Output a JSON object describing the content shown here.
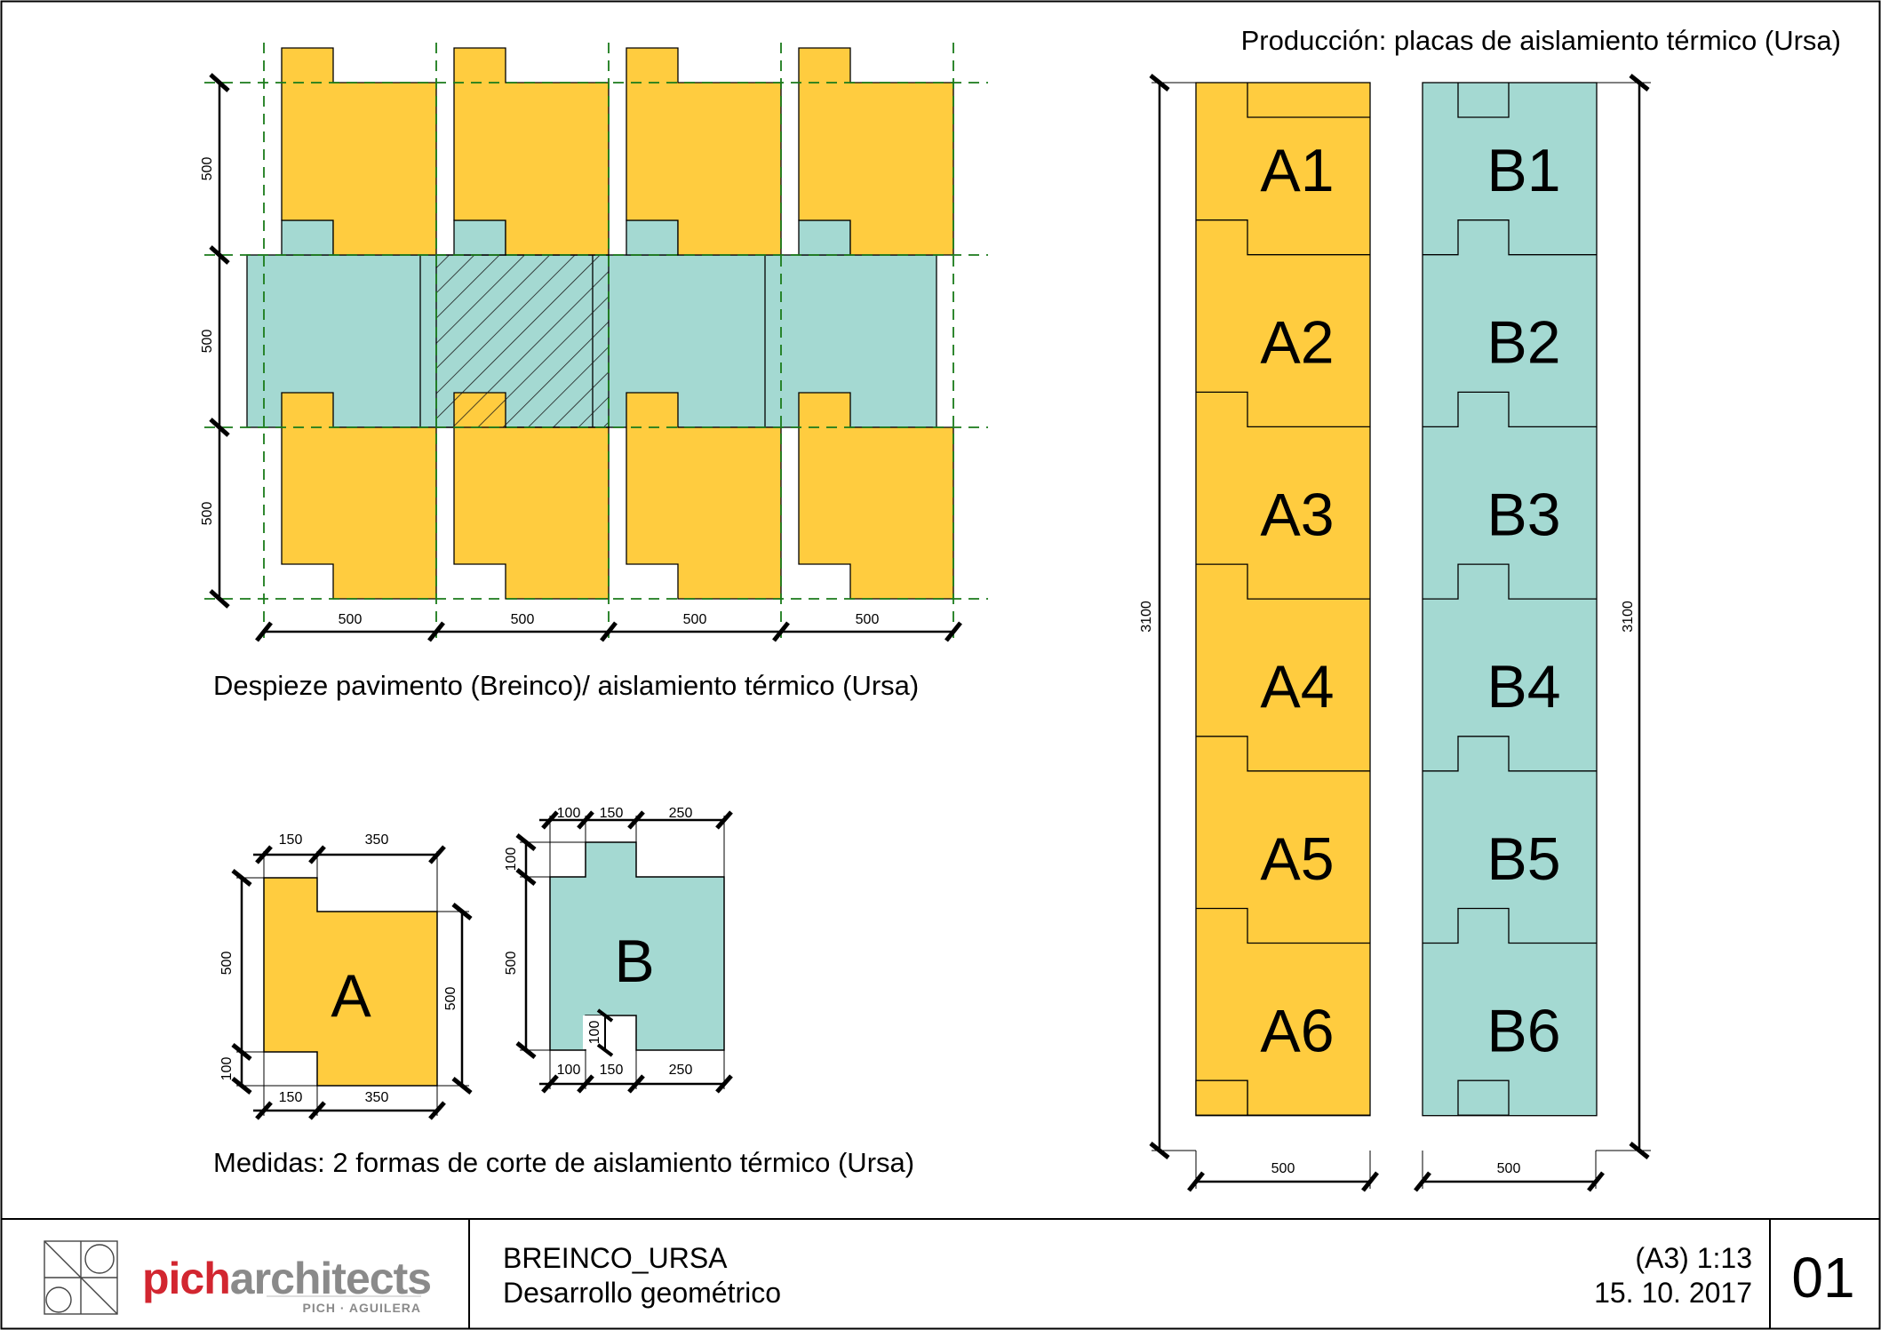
{
  "captions": {
    "layout": "Despieze pavimento (Breinco)/ aislamiento térmico (Ursa)",
    "measures": "Medidas: 2 formas de corte de aislamiento térmico (Ursa)",
    "production": "Producción: placas de aislamiento térmico (Ursa)"
  },
  "layout_dims": {
    "cols": [
      "500",
      "500",
      "500",
      "500"
    ],
    "rows": [
      "500",
      "500",
      "500"
    ]
  },
  "shape_a": {
    "label": "A",
    "top_dims": [
      "150",
      "350"
    ],
    "bottom_dims": [
      "150",
      "350"
    ],
    "left_dims": [
      "500",
      "100"
    ],
    "right_dim": "500"
  },
  "shape_b": {
    "label": "B",
    "top_dims": [
      "100",
      "150",
      "250"
    ],
    "bottom_dims": [
      "100",
      "150",
      "250"
    ],
    "left_dims": [
      "100",
      "500"
    ],
    "notch_dim": "100"
  },
  "production": {
    "a_labels": [
      "A1",
      "A2",
      "A3",
      "A4",
      "A5",
      "A6"
    ],
    "b_labels": [
      "B1",
      "B2",
      "B3",
      "B4",
      "B5",
      "B6"
    ],
    "a_length": "3100",
    "b_length": "3100",
    "a_width": "500",
    "b_width": "500"
  },
  "title_block": {
    "logo_red": "pich",
    "logo_gray": "architects",
    "logo_sub": "PICH · AGUILERA",
    "project": "BREINCO_URSA",
    "description": "Desarrollo geométrico",
    "scale": "(A3) 1:13",
    "date": "15. 10. 2017",
    "sheet": "01"
  },
  "colors": {
    "yellow": "#FFCC3F",
    "teal": "#A4D9D2",
    "guide_green": "#1A7A1A",
    "logo_red": "#D22630",
    "logo_gray": "#8A8A8A"
  }
}
